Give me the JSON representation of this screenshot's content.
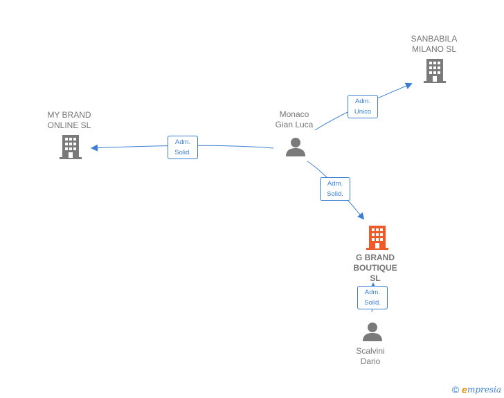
{
  "nodes": {
    "sanbabila": {
      "line1": "SANBABILA",
      "line2": "MILANO  SL",
      "icon": "building-icon",
      "color": "#7a7a7a"
    },
    "mybrand": {
      "line1": "MY BRAND",
      "line2": "ONLINE  SL",
      "icon": "building-icon",
      "color": "#7a7a7a"
    },
    "monaco": {
      "line1": "Monaco",
      "line2": "Gian Luca",
      "icon": "person-icon",
      "color": "#7a7a7a"
    },
    "gbrand": {
      "line1": "G BRAND",
      "line2": "BOUTIQUE",
      "line3": "SL",
      "icon": "building-icon",
      "color": "#f05a28"
    },
    "scalvini": {
      "line1": "Scalvini",
      "line2": "Dario",
      "icon": "person-icon",
      "color": "#7a7a7a"
    }
  },
  "relations": {
    "monaco_sanbabila": {
      "line1": "Adm.",
      "line2": "Unico"
    },
    "monaco_mybrand": {
      "line1": "Adm.",
      "line2": "Solid."
    },
    "monaco_gbrand": {
      "line1": "Adm.",
      "line2": "Solid."
    },
    "scalvini_gbrand": {
      "line1": "Adm.",
      "line2": "Solid."
    }
  },
  "edge_color": "#3a7fd5",
  "footer": {
    "copyright_symbol": "©",
    "brand_initial": "e",
    "brand_rest": "mpresia"
  }
}
